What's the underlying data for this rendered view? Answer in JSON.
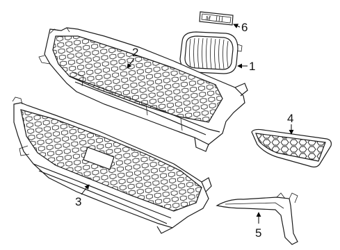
{
  "callouts": {
    "c1": "1",
    "c2": "2",
    "c3": "3",
    "c4": "4",
    "c5": "5",
    "c6": "6"
  },
  "badge_text": "M"
}
